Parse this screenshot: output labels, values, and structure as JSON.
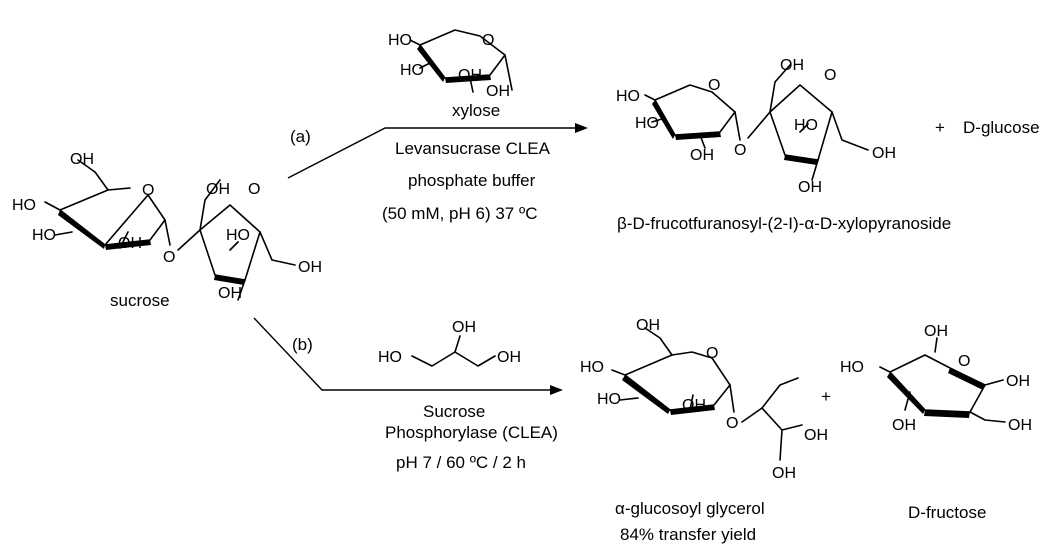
{
  "reaction_a": {
    "label": "(a)",
    "reagent_name": "xylose",
    "conditions": [
      "Levansucrase CLEA",
      "phosphate buffer",
      "(50 mM, pH 6) 37 ºC"
    ],
    "product_name": "β-D-frucotfuranosyl-(2-I)-α-D-xylopyranoside",
    "plus": "+",
    "byproduct": "D-glucose"
  },
  "reaction_b": {
    "label": "(b)",
    "conditions": [
      "Sucrose",
      "Phosphorylase (CLEA)",
      "pH 7 / 60 ºC / 2 h"
    ],
    "product_name": "α-glucosoyl glycerol",
    "yield": "84% transfer yield",
    "plus": "+",
    "byproduct": "D-fructose"
  },
  "substrate": {
    "name": "sucrose"
  },
  "atoms": {
    "oh": "OH",
    "ho": "HO",
    "o": "O"
  }
}
